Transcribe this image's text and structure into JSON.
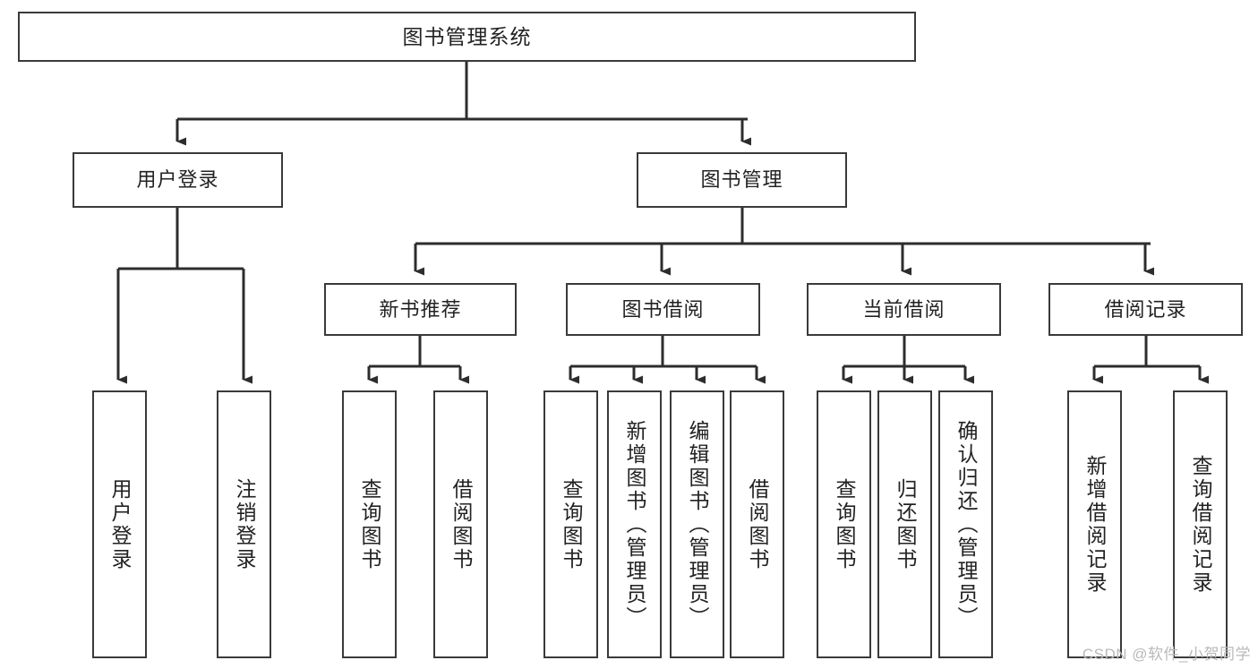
{
  "diagram": {
    "type": "tree",
    "title": "图书管理系统",
    "root": {
      "id": "root",
      "label": "图书管理系统"
    },
    "level2": [
      {
        "id": "login",
        "label": "用户登录"
      },
      {
        "id": "bookmgmt",
        "label": "图书管理"
      }
    ],
    "level3": [
      {
        "id": "newbook",
        "label": "新书推荐",
        "parent": "bookmgmt"
      },
      {
        "id": "borrow",
        "label": "图书借阅",
        "parent": "bookmgmt"
      },
      {
        "id": "current",
        "label": "当前借阅",
        "parent": "bookmgmt"
      },
      {
        "id": "record",
        "label": "借阅记录",
        "parent": "bookmgmt"
      }
    ],
    "leaves": [
      {
        "id": "leaf-user-login",
        "label": "用户登录",
        "parent": "login"
      },
      {
        "id": "leaf-user-logout",
        "label": "注销登录",
        "parent": "login"
      },
      {
        "id": "leaf-newbook-query",
        "label": "查询图书",
        "parent": "newbook"
      },
      {
        "id": "leaf-newbook-borrow",
        "label": "借阅图书",
        "parent": "newbook"
      },
      {
        "id": "leaf-borrow-query",
        "label": "查询图书",
        "parent": "borrow"
      },
      {
        "id": "leaf-borrow-add",
        "label": "新增图书（管理员）",
        "parent": "borrow"
      },
      {
        "id": "leaf-borrow-edit",
        "label": "编辑图书（管理员）",
        "parent": "borrow"
      },
      {
        "id": "leaf-borrow-lend",
        "label": "借阅图书",
        "parent": "borrow"
      },
      {
        "id": "leaf-current-query",
        "label": "查询图书",
        "parent": "current"
      },
      {
        "id": "leaf-current-return",
        "label": "归还图书",
        "parent": "current"
      },
      {
        "id": "leaf-current-confirm",
        "label": "确认归还（管理员）",
        "parent": "current"
      },
      {
        "id": "leaf-record-add",
        "label": "新增借阅记录",
        "parent": "record"
      },
      {
        "id": "leaf-record-query",
        "label": "查询借阅记录",
        "parent": "record"
      }
    ],
    "colors": {
      "box_border": "#3a3a3a",
      "box_fill": "#ffffff",
      "edge": "#2d2d2d",
      "text": "#222222",
      "watermark": "#b9b9b9",
      "background": "#ffffff"
    }
  },
  "watermark": {
    "text": "CSDN @软件_小贺同学"
  }
}
